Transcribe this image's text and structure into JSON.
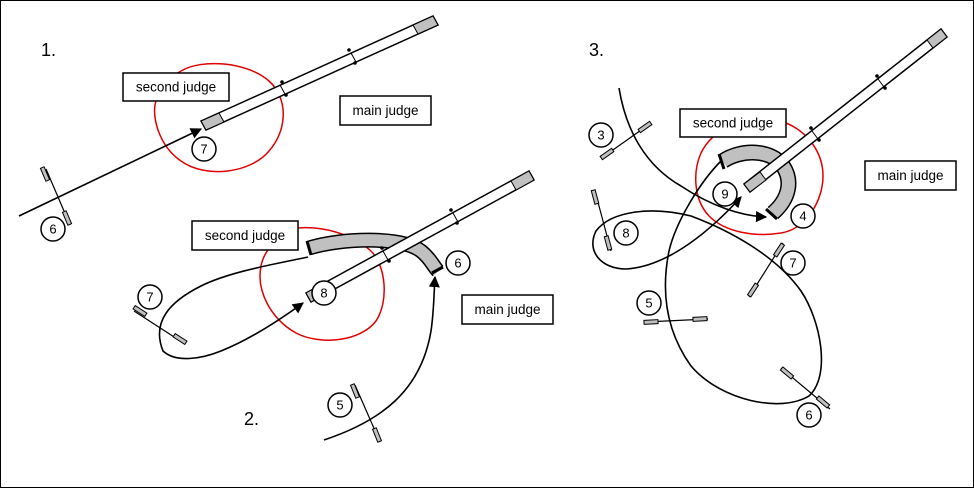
{
  "colors": {
    "zone": "#e00000",
    "track": "#000000",
    "gray_fill": "#c0c0c0",
    "background": "#ffffff"
  },
  "panels": [
    {
      "number": "1.",
      "second_judge_label": "second judge",
      "main_judge_label": "main judge",
      "markers": [
        "7",
        "6"
      ]
    },
    {
      "number": "2.",
      "second_judge_label": "second judge",
      "main_judge_label": "main judge",
      "markers": [
        "8",
        "6",
        "7",
        "5"
      ]
    },
    {
      "number": "3.",
      "second_judge_label": "second judge",
      "main_judge_label": "main judge",
      "markers": [
        "3",
        "9",
        "4",
        "8",
        "7",
        "5",
        "6"
      ]
    }
  ]
}
